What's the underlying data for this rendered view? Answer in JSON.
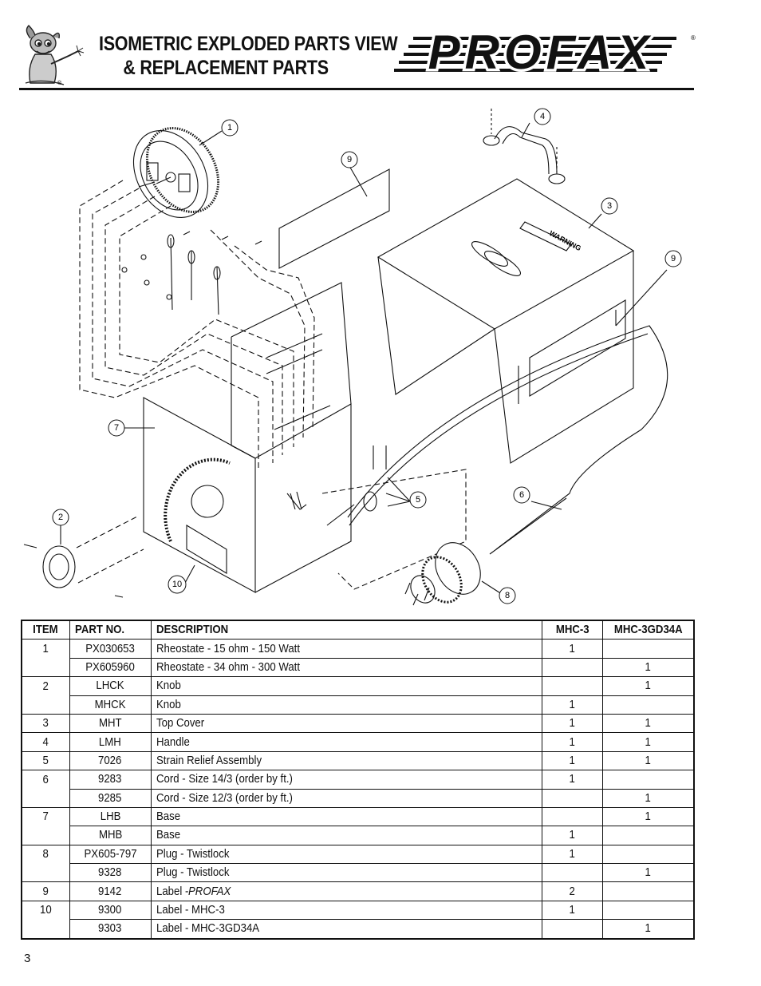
{
  "header": {
    "title_line1": "ISOMETRIC EXPLODED PARTS VIEW",
    "title_line2": "& REPLACEMENT PARTS",
    "logo_text": "PROFAX",
    "registered_mark": "®"
  },
  "diagram": {
    "warning_label": "WARNING",
    "callouts": [
      "1",
      "2",
      "3",
      "4",
      "5",
      "6",
      "7",
      "8",
      "9",
      "9",
      "10"
    ]
  },
  "table": {
    "headers": [
      "ITEM",
      "PART NO.",
      "DESCRIPTION",
      "MHC-3",
      "MHC-3GD34A"
    ],
    "rows": [
      {
        "item": "1",
        "part": "PX030653",
        "desc": "Rheostate - 15 ohm - 150 Watt",
        "mhc3": "1",
        "mhc3gd": ""
      },
      {
        "item": "",
        "part": "PX605960",
        "desc": "Rheostate - 34 ohm - 300 Watt",
        "mhc3": "",
        "mhc3gd": "1"
      },
      {
        "item": "2",
        "part": "LHCK",
        "desc": "Knob",
        "mhc3": "",
        "mhc3gd": "1"
      },
      {
        "item": "",
        "part": "MHCK",
        "desc": "Knob",
        "mhc3": "1",
        "mhc3gd": ""
      },
      {
        "item": "3",
        "part": "MHT",
        "desc": "Top Cover",
        "mhc3": "1",
        "mhc3gd": "1"
      },
      {
        "item": "4",
        "part": "LMH",
        "desc": "Handle",
        "mhc3": "1",
        "mhc3gd": "1"
      },
      {
        "item": "5",
        "part": "7026",
        "desc": "Strain Relief Assembly",
        "mhc3": "1",
        "mhc3gd": "1"
      },
      {
        "item": "6",
        "part": "9283",
        "desc": "Cord - Size 14/3 (order by ft.)",
        "mhc3": "1",
        "mhc3gd": ""
      },
      {
        "item": "",
        "part": "9285",
        "desc": "Cord - Size 12/3 (order by ft.)",
        "mhc3": "",
        "mhc3gd": "1"
      },
      {
        "item": "7",
        "part": "LHB",
        "desc": "Base",
        "mhc3": "",
        "mhc3gd": "1"
      },
      {
        "item": "",
        "part": "MHB",
        "desc": "Base",
        "mhc3": "1",
        "mhc3gd": ""
      },
      {
        "item": "8",
        "part": "PX605-797",
        "desc": "Plug - Twistlock",
        "mhc3": "1",
        "mhc3gd": ""
      },
      {
        "item": "",
        "part": "9328",
        "desc": "Plug - Twistlock",
        "mhc3": "",
        "mhc3gd": "1"
      },
      {
        "item": "9",
        "part": "9142",
        "desc": "Label - ",
        "desc_italic": "PROFAX",
        "mhc3": "2",
        "mhc3gd": ""
      },
      {
        "item": "10",
        "part": "9300",
        "desc": "Label - MHC-3",
        "mhc3": "1",
        "mhc3gd": ""
      },
      {
        "item": "",
        "part": "9303",
        "desc": "Label - MHC-3GD34A",
        "mhc3": "",
        "mhc3gd": "1"
      }
    ]
  },
  "footer": {
    "page_number": "3"
  }
}
